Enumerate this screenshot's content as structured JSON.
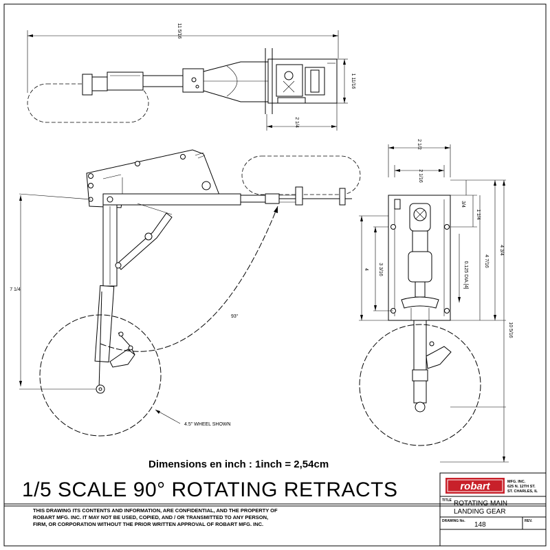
{
  "top_view": {
    "dim_overall_width": "11 5/16",
    "dim_height": "1 11/16",
    "dim_base": "2 1/4"
  },
  "side_view": {
    "dim_strut": "7 1/4",
    "dim_angle": "93°",
    "wheel_note": "4.5\" WHEEL SHOWN"
  },
  "front_view": {
    "dim_outer_width": "2 1/2",
    "dim_inner_width": "2 1/16",
    "dim_three_quarter": "3/4",
    "dim_one_quarter": "1 1/4",
    "dim_hole_dia": "0.125 DIA.[4]",
    "dim_four_seven": "4 7/16",
    "dim_four_three": "4 3/4",
    "dim_three_three": "3 3/16",
    "dim_four": "4",
    "dim_overall_height": "10 5/16"
  },
  "units_note": "Dimensions en inch : 1inch = 2,54cm",
  "main_title": "1/5 SCALE 90° ROTATING RETRACTS",
  "confidential_lines": [
    "THIS DRAWING ITS CONTENTS AND INFORMATION, ARE CONFIDENTIAL, AND THE PROPERTY OF",
    "ROBART MFG. INC. IT MAY NOT BE USED, COPIED, AND / OR TRANSMITTED TO ANY PERSON,",
    "FIRM, OR CORPORATION WITHOUT THE PRIOR WRITTEN APPROVAL OF ROBART MFG. INC."
  ],
  "title_block": {
    "logo_text": "robart",
    "company_lines": [
      "MFG. INC.",
      "625 N. 12TH ST.",
      "ST. CHARLES, IL"
    ],
    "title_label": "TITLE",
    "title_lines": [
      "ROTATING MAIN",
      "LANDING GEAR"
    ],
    "drawing_no_label": "DRAWING No.",
    "drawing_no": "148",
    "rev_label": "REV."
  },
  "colors": {
    "logo_red": "#c8202a",
    "ink": "#000000"
  }
}
